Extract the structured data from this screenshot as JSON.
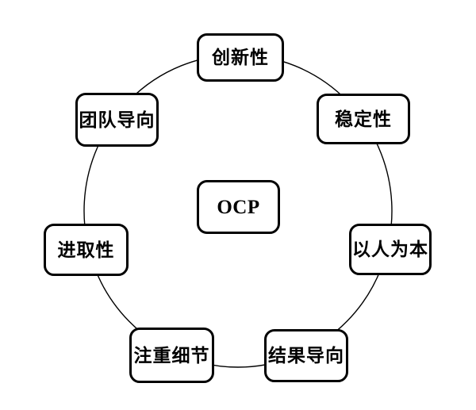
{
  "diagram": {
    "center_node": {
      "id": "ocp",
      "label": "OCP"
    },
    "nodes": [
      {
        "id": "innovation",
        "label": "创新性"
      },
      {
        "id": "stability",
        "label": "稳定性"
      },
      {
        "id": "people-oriented",
        "label": "以人为本"
      },
      {
        "id": "result-oriented",
        "label": "结果导向"
      },
      {
        "id": "detail-focus",
        "label": "注重细节"
      },
      {
        "id": "enterprising",
        "label": "进取性"
      },
      {
        "id": "team-oriented",
        "label": "团队导向"
      }
    ],
    "colors": {
      "background": "#ffffff",
      "node_fill": "#ffffff",
      "node_border": "#000000",
      "ring_stroke": "#000000",
      "text": "#000000"
    }
  }
}
